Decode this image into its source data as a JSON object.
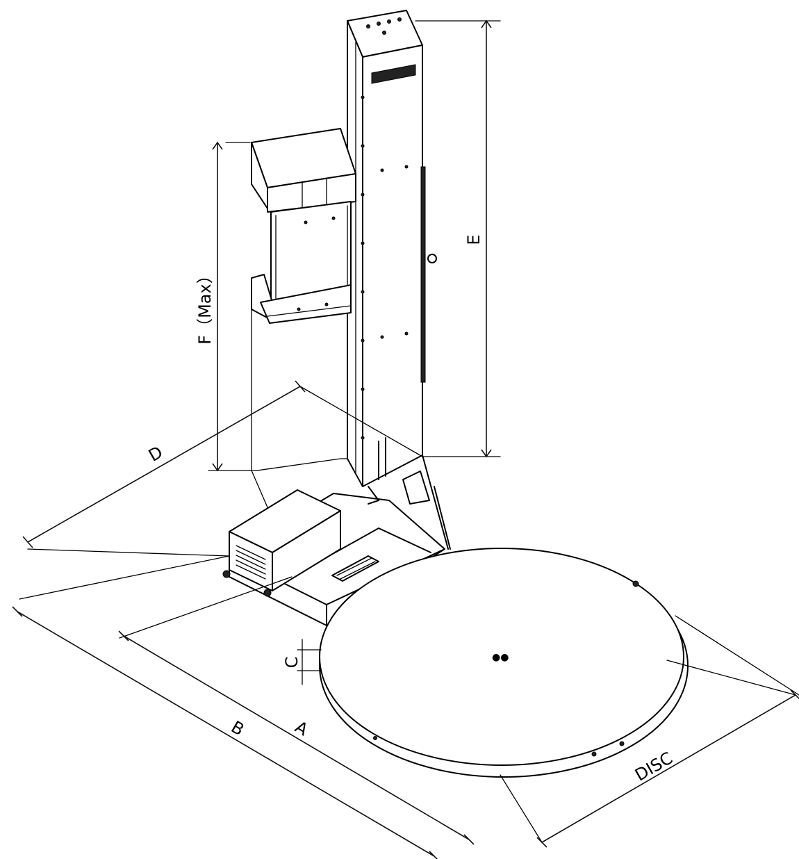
{
  "diagram": {
    "dimension_labels": {
      "a": "A",
      "b": "B",
      "c": "C",
      "d": "D",
      "e": "E",
      "f": "F（Max）",
      "disc": "DISC"
    }
  }
}
